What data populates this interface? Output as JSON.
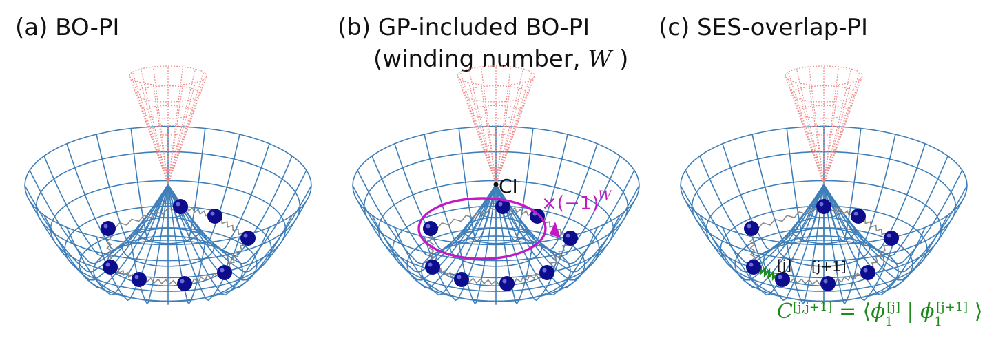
{
  "panels": [
    {
      "id": "a",
      "title": "(a) BO-PI"
    },
    {
      "id": "b",
      "title": "(b) GP-included BO-PI",
      "subtitle": "(winding number,",
      "subtitle_var": "W",
      "subtitle_close": ")",
      "ci_label": "CI",
      "phase_label": "×(−1)",
      "phase_exp": "W"
    },
    {
      "id": "c",
      "title": "(c) SES-overlap-PI",
      "bead_j": "[j]",
      "bead_j1": "[j+1]",
      "overlap": {
        "lhs": "C",
        "lhs_sup": "[j,j+1]",
        "eq": "=",
        "phi": "ϕ",
        "sub": "1",
        "sup_j": "[j]",
        "sup_j1": "[j+1]"
      }
    }
  ],
  "colors": {
    "surface": "#3f7fb9",
    "cone": "#ef8a8a",
    "bead": "#0c0c8c",
    "spring": "#8a8a8a",
    "winding": "#c418c4",
    "overlap": "#1e8a1e"
  }
}
